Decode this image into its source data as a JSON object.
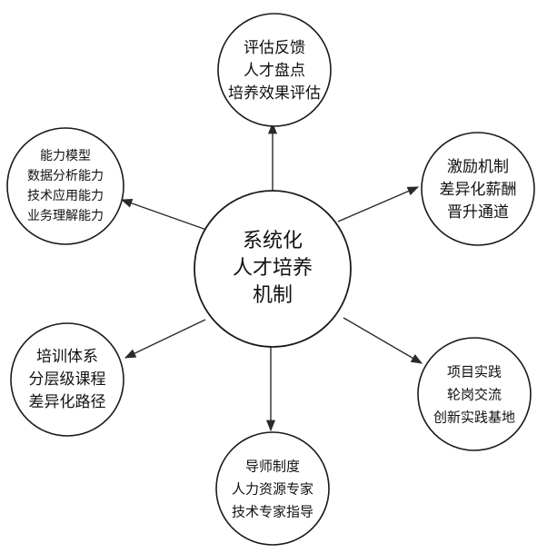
{
  "diagram": {
    "center": {
      "lines": [
        "系统化",
        "人才培养",
        "机制"
      ]
    },
    "nodes": [
      {
        "id": "evaluation",
        "lines": [
          "评估反馈",
          "人才盘点",
          "培养效果评估"
        ]
      },
      {
        "id": "incentive",
        "lines": [
          "激励机制",
          "差异化薪酬",
          "晋升通道"
        ]
      },
      {
        "id": "practice",
        "lines": [
          "项目实践",
          "轮岗交流",
          "创新实践基地"
        ]
      },
      {
        "id": "mentor",
        "lines": [
          "导师制度",
          "人力资源专家",
          "技术专家指导"
        ]
      },
      {
        "id": "training",
        "lines": [
          "培训体系",
          "分层级课程",
          "差异化路径"
        ]
      },
      {
        "id": "competency",
        "lines": [
          "能力模型",
          "数据分析能力",
          "技术应用能力",
          "业务理解能力"
        ]
      }
    ]
  }
}
